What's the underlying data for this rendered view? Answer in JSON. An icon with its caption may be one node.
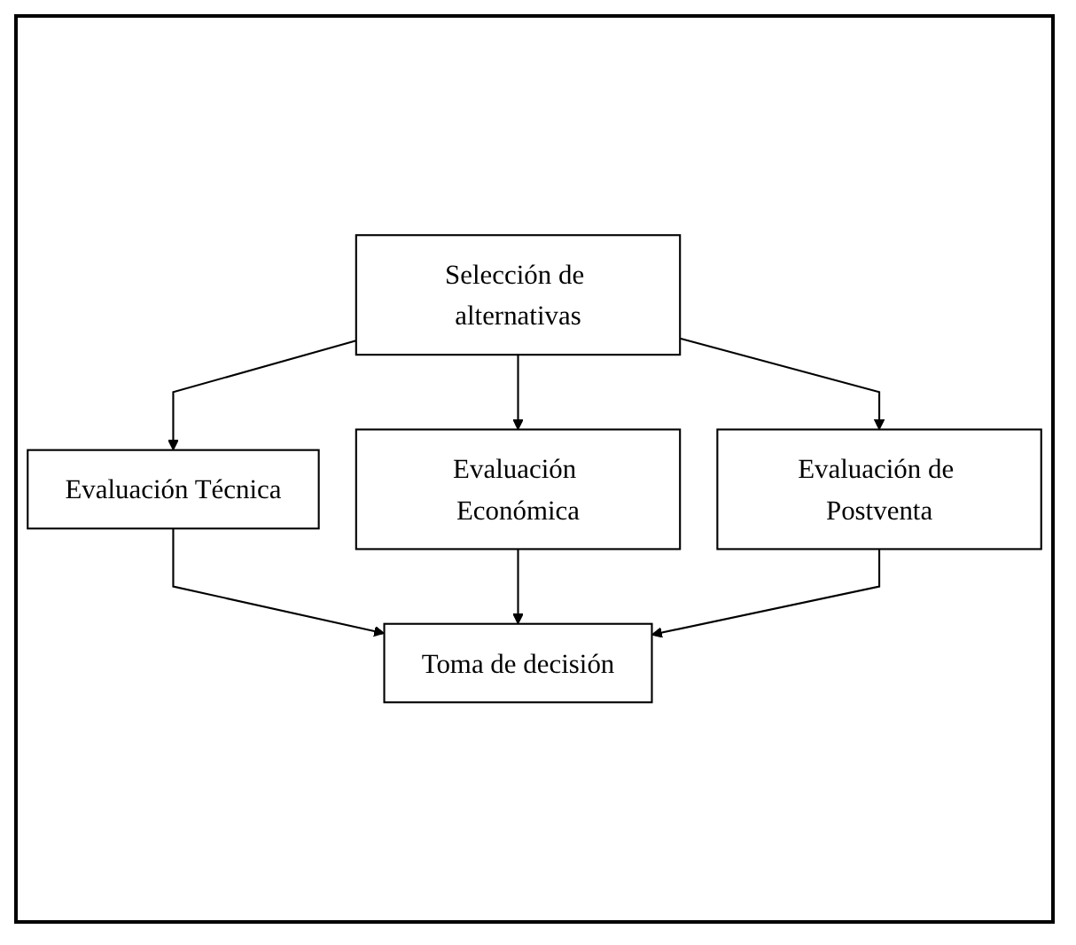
{
  "diagram": {
    "nodes": [
      {
        "text": [
          "Selección de alternativas"
        ]
      },
      {
        "text": [
          "Evaluación Técnica"
        ]
      },
      {
        "text": [
          "Evaluación Económica"
        ]
      },
      {
        "text": [
          "Evaluación de Postventa"
        ]
      },
      {
        "text": [
          "Toma de decisión"
        ]
      }
    ],
    "edges": [
      {
        "from": 0,
        "to": 1,
        "arrow": "to"
      },
      {
        "from": 0,
        "to": 2,
        "arrow": "to"
      },
      {
        "from": 0,
        "to": 3,
        "arrow": "to"
      },
      {
        "from": 1,
        "to": 4,
        "arrow": "to"
      },
      {
        "from": 2,
        "to": 4,
        "arrow": "to"
      },
      {
        "from": 3,
        "to": 4,
        "arrow": "to"
      }
    ]
  }
}
